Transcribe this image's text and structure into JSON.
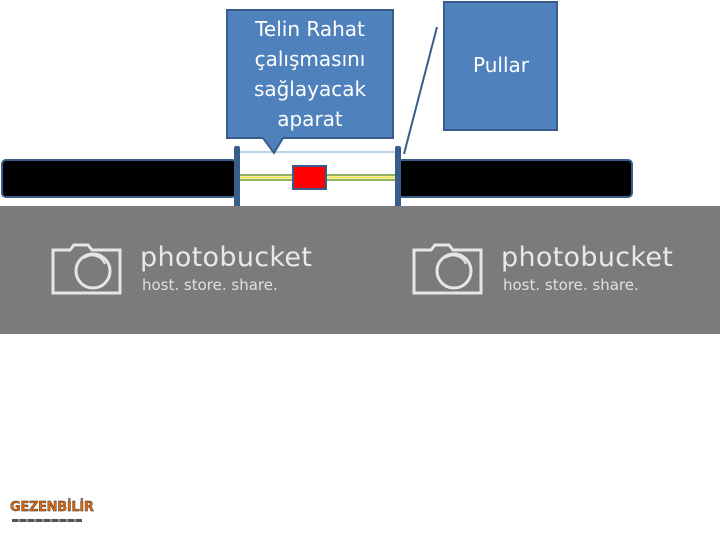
{
  "callout": {
    "lines": [
      "Telin Rahat",
      "çalışmasını",
      "sağlayacak",
      "aparat"
    ]
  },
  "pullar": {
    "label": "Pullar"
  },
  "watermark": {
    "brand": "photobucket",
    "tagline": "host. store. share."
  },
  "logo": {
    "text": "GEZENBİLİR"
  },
  "colors": {
    "box_fill": "#4f81bd",
    "box_stroke": "#385d8a",
    "bar": "#000000",
    "wire": "#6a9a2a",
    "block": "#ff0000",
    "watermark_band": "#7b7b7b"
  }
}
